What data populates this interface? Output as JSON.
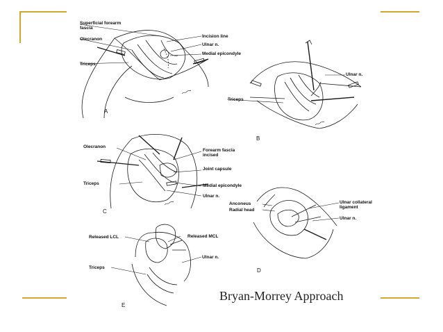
{
  "slide": {
    "caption": "Bryan-Morrey Approach",
    "accent_color": "#d4a72c"
  },
  "panels": {
    "A": {
      "letter": "A",
      "labels": {
        "superficial_forearm_fascia_1": "Superficial forearm",
        "superficial_forearm_fascia_2": "fascia",
        "olecranon": "Olecranon",
        "triceps": "Triceps",
        "incision_line": "Incision line",
        "ulnar_n": "Ulnar n.",
        "medial_epicondyle": "Medial epicondyle"
      }
    },
    "B": {
      "letter": "B",
      "labels": {
        "ulnar_n": "Ulnar n.",
        "triceps": "Triceps"
      }
    },
    "C": {
      "letter": "C",
      "labels": {
        "olecranon": "Olecranon",
        "forearm_fascia_incised_1": "Forearm fascia",
        "forearm_fascia_incised_2": "incised",
        "joint_capsule": "Joint capsule",
        "triceps": "Triceps",
        "medial_epicondyle": "Medial epicondyle",
        "ulnar_n": "Ulnar n."
      }
    },
    "D": {
      "letter": "D",
      "labels": {
        "anconeus": "Anconeus",
        "radial_head": "Radial head",
        "ulnar_collateral_ligament_1": "Ulnar collateral",
        "ulnar_collateral_ligament_2": "ligament",
        "ulnar_n": "Ulnar n."
      }
    },
    "E": {
      "letter": "E",
      "labels": {
        "released_lcl": "Released LCL",
        "released_mcl": "Released MCL",
        "ulnar_n": "Ulnar n.",
        "triceps": "Triceps"
      }
    }
  }
}
